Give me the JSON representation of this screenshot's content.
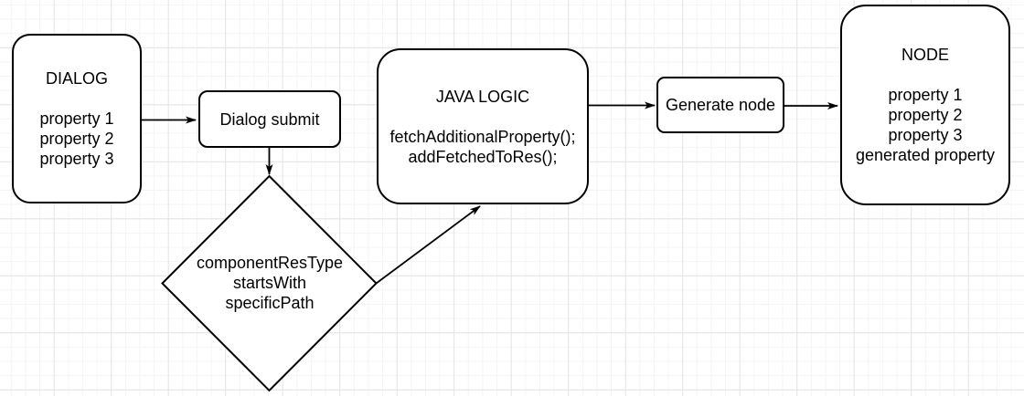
{
  "nodes": {
    "dialog": {
      "title": "DIALOG",
      "properties": [
        "property 1",
        "property 2",
        "property 3"
      ]
    },
    "dialog_submit": {
      "label": "Dialog submit"
    },
    "decision": {
      "lines": [
        "componentResType",
        "startsWith",
        "specificPath"
      ]
    },
    "java_logic": {
      "title": "JAVA LOGIC",
      "statements": [
        "fetchAdditionalProperty();",
        "addFetchedToRes();"
      ]
    },
    "generate_node": {
      "label": "Generate node"
    },
    "node": {
      "title": "NODE",
      "properties": [
        "property 1",
        "property 2",
        "property 3",
        "generated property"
      ]
    }
  },
  "style": {
    "stroke_color": "#000000",
    "text_color": "#000000",
    "shape_fill": "#ffffff",
    "grid_major_color": "#e4e4e7",
    "grid_minor_color": "#f4f4f6"
  }
}
